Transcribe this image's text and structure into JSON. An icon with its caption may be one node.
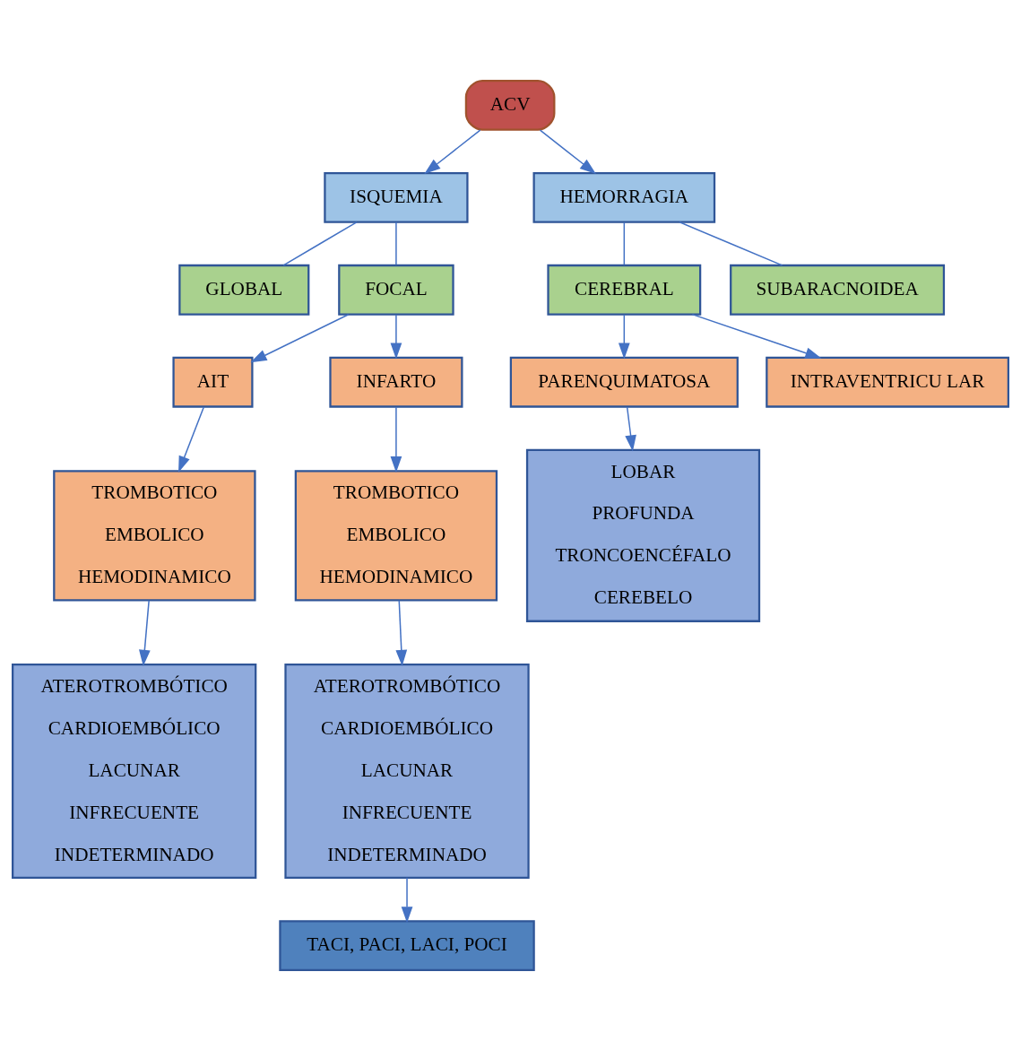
{
  "diagram": {
    "nodes": [
      {
        "text": [
          "ACV"
        ]
      },
      {
        "text": [
          "ISQUEMIA"
        ]
      },
      {
        "text": [
          "HEMORRAGIA"
        ]
      },
      {
        "text": [
          "GLOBAL"
        ]
      },
      {
        "text": [
          "FOCAL"
        ]
      },
      {
        "text": [
          "CEREBRAL"
        ]
      },
      {
        "text": [
          "SUBARACNOIDEA"
        ]
      },
      {
        "text": [
          "AIT"
        ]
      },
      {
        "text": [
          "INFARTO"
        ]
      },
      {
        "text": [
          "TROMBOTICO",
          "EMBOLICO",
          "HEMODINAMICO"
        ]
      },
      {
        "text": [
          "TROMBOTICO",
          "EMBOLICO",
          "HEMODINAMICO"
        ]
      },
      {
        "text": [
          "PARENQUIMATOSA"
        ]
      },
      {
        "text": [
          "INTRAVENTRICU LAR"
        ]
      },
      {
        "text": [
          "ATEROTROMBÓTICO",
          "CARDIOEMBÓLICO",
          "LACUNAR",
          "INFRECUENTE",
          "INDETERMINADO"
        ]
      },
      {
        "text": [
          "ATEROTROMBÓTICO",
          "CARDIOEMBÓLICO",
          "LACUNAR",
          "INFRECUENTE",
          "INDETERMINADO"
        ]
      },
      {
        "text": [
          "LOBAR",
          "PROFUNDA",
          "TRONCOENCÉFALO",
          "CEREBELO"
        ]
      },
      {
        "text": [
          "TACI, PACI, LACI, POCI"
        ]
      }
    ],
    "edges": [
      {
        "from": 0,
        "to": 1,
        "arrow": "to"
      },
      {
        "from": 0,
        "to": 2,
        "arrow": "to"
      },
      {
        "from": 1,
        "to": 3,
        "arrow": "none"
      },
      {
        "from": 1,
        "to": 4,
        "arrow": "none"
      },
      {
        "from": 2,
        "to": 5,
        "arrow": "none"
      },
      {
        "from": 2,
        "to": 6,
        "arrow": "none"
      },
      {
        "from": 4,
        "to": 7,
        "arrow": "to"
      },
      {
        "from": 4,
        "to": 8,
        "arrow": "to"
      },
      {
        "from": 5,
        "to": 11,
        "arrow": "to"
      },
      {
        "from": 5,
        "to": 12,
        "arrow": "to"
      },
      {
        "from": 7,
        "to": 9,
        "arrow": "to"
      },
      {
        "from": 8,
        "to": 10,
        "arrow": "to"
      },
      {
        "from": 9,
        "to": 13,
        "arrow": "to"
      },
      {
        "from": 10,
        "to": 14,
        "arrow": "to"
      },
      {
        "from": 11,
        "to": 15,
        "arrow": "to"
      },
      {
        "from": 14,
        "to": 16,
        "arrow": "to"
      }
    ]
  }
}
